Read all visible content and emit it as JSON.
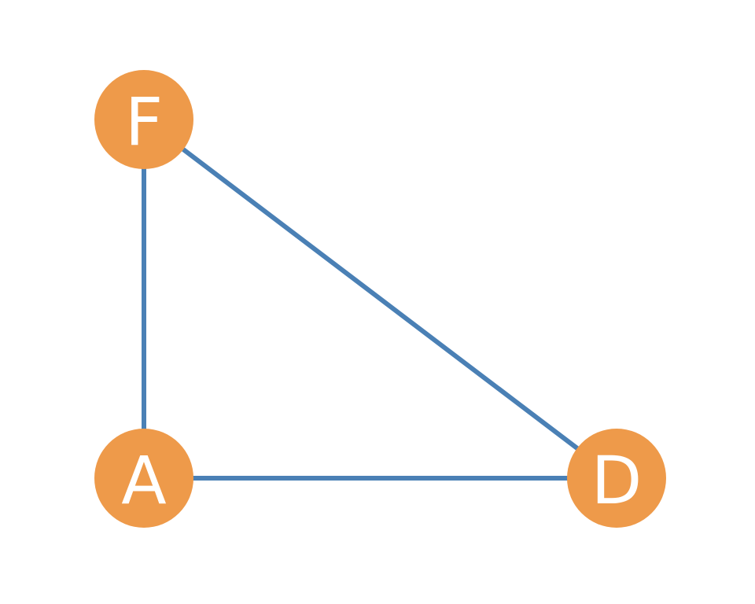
{
  "colors": {
    "node_fill": "#EE9A4A",
    "node_label": "#ffffff",
    "edge_stroke": "#4A80B5",
    "background": "#ffffff"
  },
  "nodes": [
    {
      "id": "F",
      "label": "F"
    },
    {
      "id": "A",
      "label": "A"
    },
    {
      "id": "D",
      "label": "D"
    }
  ],
  "edges": [
    {
      "from": "F",
      "to": "A"
    },
    {
      "from": "F",
      "to": "D"
    },
    {
      "from": "A",
      "to": "D"
    }
  ]
}
